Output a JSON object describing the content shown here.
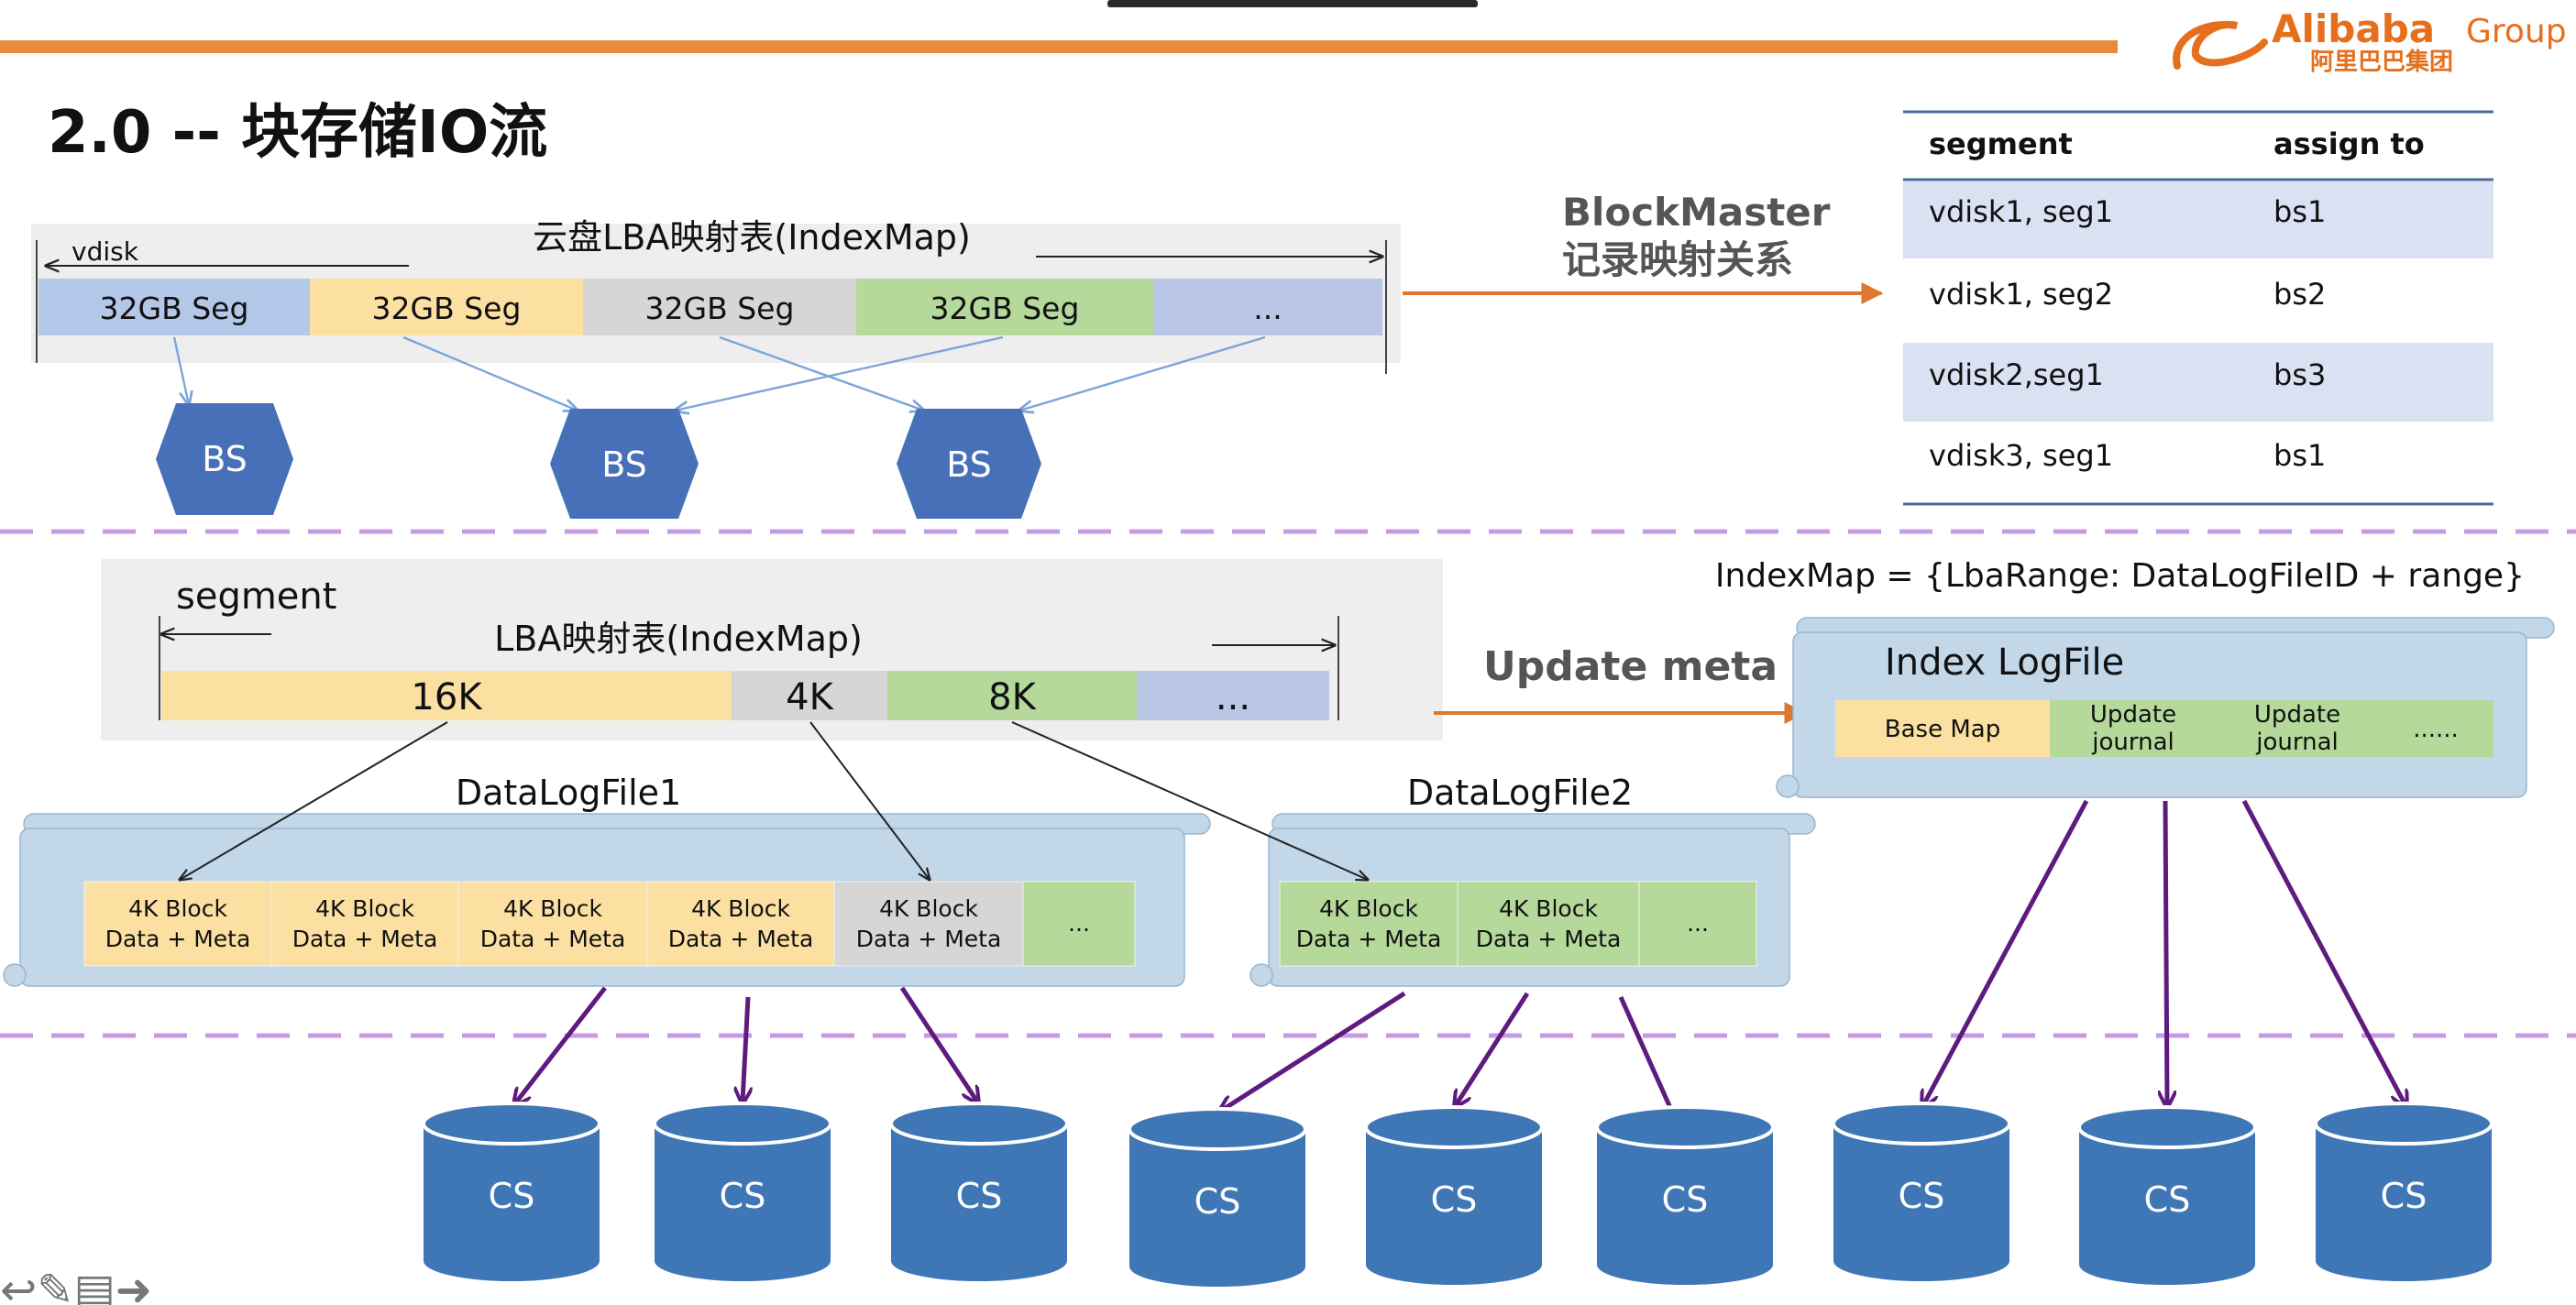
{
  "title": "2.0 -- 块存储IO流",
  "logo": {
    "name": "Alibaba",
    "suffix": "Group",
    "cn": "阿里巴巴集团"
  },
  "top": {
    "index_map_title": "云盘LBA映射表(IndexMap)",
    "vdisk_label": "vdisk",
    "segments": [
      "32GB Seg",
      "32GB Seg",
      "32GB Seg",
      "32GB Seg",
      "..."
    ],
    "bs_label": "BS",
    "blockmaster_line1": "BlockMaster",
    "blockmaster_line2": "记录映射关系"
  },
  "table": {
    "headers": [
      "segment",
      "assign to"
    ],
    "rows": [
      [
        "vdisk1, seg1",
        "bs1"
      ],
      [
        "vdisk1, seg2",
        "bs2"
      ],
      [
        "vdisk2,seg1",
        "bs3"
      ],
      [
        "vdisk3, seg1",
        "bs1"
      ]
    ]
  },
  "middle": {
    "segment_label": "segment",
    "lba_title": "LBA映射表(IndexMap)",
    "cells": [
      "16K",
      "4K",
      "8K",
      "..."
    ],
    "update_meta": "Update meta",
    "index_formula": "IndexMap = {LbaRange: DataLogFileID + range}",
    "index_logfile": {
      "title": "Index LogFile",
      "cells": [
        "Base Map",
        "Update journal",
        "Update journal",
        "......"
      ]
    }
  },
  "files": {
    "f1": {
      "title": "DataLogFile1",
      "blocks": [
        [
          "4K Block",
          "Data + Meta"
        ],
        [
          "4K Block",
          "Data + Meta"
        ],
        [
          "4K Block",
          "Data + Meta"
        ],
        [
          "4K Block",
          "Data + Meta"
        ],
        [
          "4K Block",
          "Data + Meta"
        ],
        [
          "..."
        ]
      ]
    },
    "f2": {
      "title": "DataLogFile2",
      "blocks": [
        [
          "4K Block",
          "Data + Meta"
        ],
        [
          "4K Block",
          "Data + Meta"
        ],
        [
          "..."
        ]
      ]
    }
  },
  "cs_label": "CS",
  "colors": {
    "yellow": "#fbe0a2",
    "gray": "#d6d6d6",
    "green": "#b4d99b",
    "lavender": "#b9c6e6",
    "blue_seg": "#b3c8e8",
    "hex_blue": "#4770b9",
    "cyl_blue": "#3f76b5",
    "orange": "#e0772e",
    "purple": "#5f1a7e",
    "dash": "#c69ae6",
    "panel": "#c2d7e8"
  }
}
